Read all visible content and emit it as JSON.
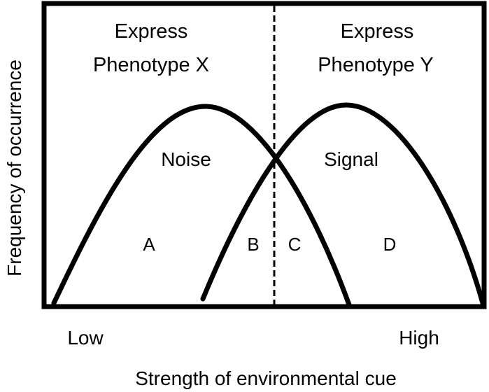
{
  "y_axis_label": "Frequency of occurrence",
  "x_axis_label": "Strength of environmental cue",
  "x_low_label": "Low",
  "x_high_label": "High",
  "phenotype_x": {
    "line1": "Express",
    "line2": "Phenotype X"
  },
  "phenotype_y": {
    "line1": "Express",
    "line2": "Phenotype Y"
  },
  "curves": {
    "noise": "Noise",
    "signal": "Signal"
  },
  "regions": {
    "a": "A",
    "b": "B",
    "c": "C",
    "d": "D"
  },
  "colors": {
    "ink": "#000000",
    "background": "#ffffff"
  }
}
